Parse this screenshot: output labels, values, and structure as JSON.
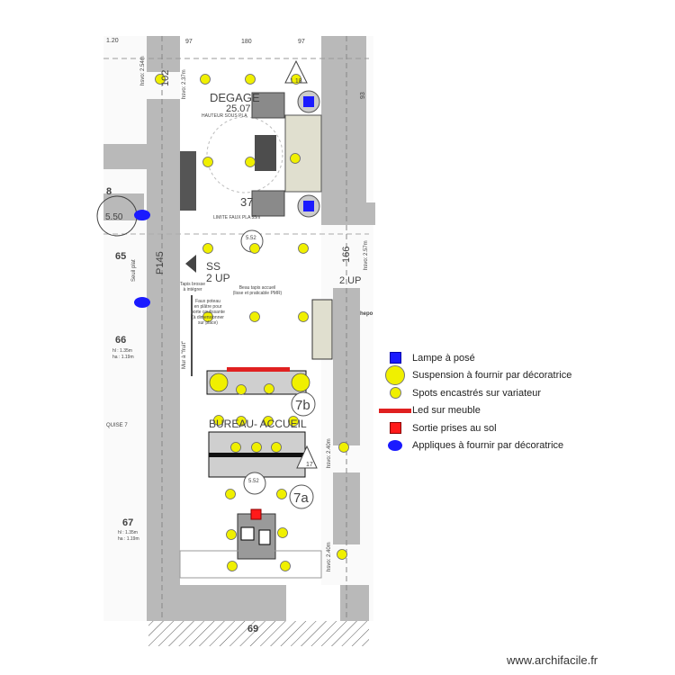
{
  "plan": {
    "room_upper_name": "DEGAGE",
    "room_upper_area": "25.07",
    "room_upper_height_note": "HAUTEUR SOUS PLA",
    "room_upper_limit_note": "LIMITE FAUX PLA      55m",
    "room_upper_code": "37",
    "room_lower_name": "BUREAU- ACCUEIL",
    "stairs_label": "SS",
    "stairs_up": "2 UP",
    "stairs_up_right": "2 UP",
    "dim_top_left": "97",
    "dim_top_mid": "180",
    "dim_top_right": "97",
    "dim_corner": "1.20",
    "dim_102": "102",
    "dim_166": "166",
    "dim_p145": "P145",
    "dim_93": "93",
    "dim_118": "1.18",
    "dim_17": "17",
    "hsvo_254": "hsvo: 2.54m",
    "hsvo_237": "hsvo: 2.37m",
    "hsvo_257": "hsvo: 2.57m",
    "hsvo_240a": "hsvo: 2.40m",
    "hsvo_240b": "hsvo: 2.40m",
    "room_8": "8",
    "room_8_area": "5.50",
    "room_65": "65",
    "room_65_note": "Seuil plat",
    "room_66": "66",
    "room_66_hl": "hl : 1.35m",
    "room_66_ha": "ha : 1.19m",
    "room_67": "67",
    "room_67_hl": "hl : 1.35m",
    "room_67_ha": "ha : 1.19m",
    "room_69": "69",
    "label_quise": "QUISE 7",
    "label_hepo": "hepo",
    "marker_552a": "5.52",
    "marker_552b": "5.52",
    "marker_7b": "7b",
    "marker_7a": "7a",
    "note_tapis_brosse": [
      "Tapis brosse",
      "à intégrer"
    ],
    "note_beau_tapis": [
      "Beau tapis accueil",
      "(lisse et praticable PMR)"
    ],
    "note_faux_poteau": [
      "Faux poteau",
      "en plâtre pour",
      "porte coulissante",
      "(à dimensionner",
      "sur place)"
    ],
    "note_mur_fruit": "Mur à \"fruit\""
  },
  "legend": {
    "items": [
      {
        "label": "Lampe à posé",
        "symbol": "blue-square",
        "color": "#1a1aff"
      },
      {
        "label": "Suspension à fournir par décoratrice",
        "symbol": "large-yellow-circle",
        "color": "#f0f000"
      },
      {
        "label": "Spots encastrés sur variateur",
        "symbol": "small-yellow-circle",
        "color": "#f0f000"
      },
      {
        "label": "Led sur meuble",
        "symbol": "red-bar",
        "color": "#e02020"
      },
      {
        "label": "Sortie prises au sol",
        "symbol": "red-square",
        "color": "#ff1a1a"
      },
      {
        "label": "Appliques à fournir par décoratrice",
        "symbol": "blue-half-ellipse",
        "color": "#1a1aff"
      }
    ]
  },
  "watermark": "www.archifacile.fr"
}
